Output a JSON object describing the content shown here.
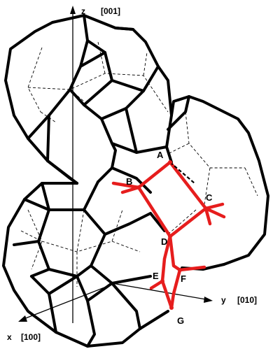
{
  "axes": {
    "z": {
      "letter": "z",
      "direction": "[001]"
    },
    "y": {
      "letter": "y",
      "direction": "[010]"
    },
    "x": {
      "letter": "x",
      "direction": "[100]"
    }
  },
  "points": {
    "A": "A",
    "B": "B",
    "C": "C",
    "D": "D",
    "E": "E",
    "F": "F",
    "G": "G"
  },
  "colors": {
    "bold_edges": "#000000",
    "hidden_edges": "#000000",
    "highlight_path": "#e61d1d",
    "background": "#ffffff"
  }
}
